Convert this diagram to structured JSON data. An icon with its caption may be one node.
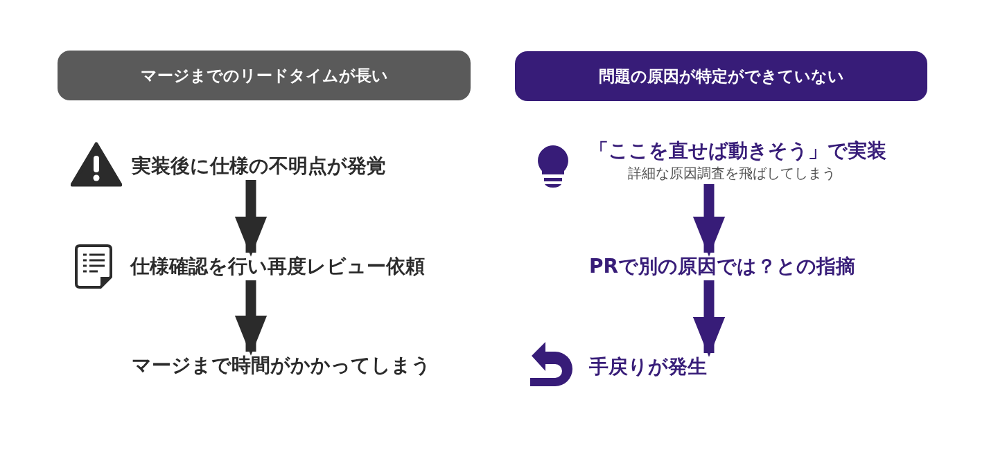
{
  "diagram": {
    "nodes": [
      {
        "text": [
          "マージまでのリードタイムが長い"
        ]
      },
      {
        "text": [
          "実装後に仕様の不明点が発覚"
        ]
      },
      {
        "text": [
          "仕様確認を行い再度レビュー依頼"
        ]
      },
      {
        "text": [
          "マージまで時間がかかってしまう"
        ]
      },
      {
        "text": [
          "問題の原因が特定ができていない"
        ]
      },
      {
        "text": [
          "「ここを直せば動きそう」で実装",
          "詳細な原因調査を飛ばしてしまう"
        ]
      },
      {
        "text": [
          "PRで別の原因では？との指摘"
        ]
      },
      {
        "text": [
          "手戻りが発生"
        ]
      }
    ],
    "edges": [
      {
        "from": 1,
        "to": 2,
        "arrow": "to"
      },
      {
        "from": 2,
        "to": 3,
        "arrow": "to"
      },
      {
        "from": 5,
        "to": 6,
        "arrow": "to",
        "color": "#371c78"
      },
      {
        "from": 6,
        "to": 7,
        "arrow": "to",
        "color": "#371c78"
      }
    ]
  }
}
